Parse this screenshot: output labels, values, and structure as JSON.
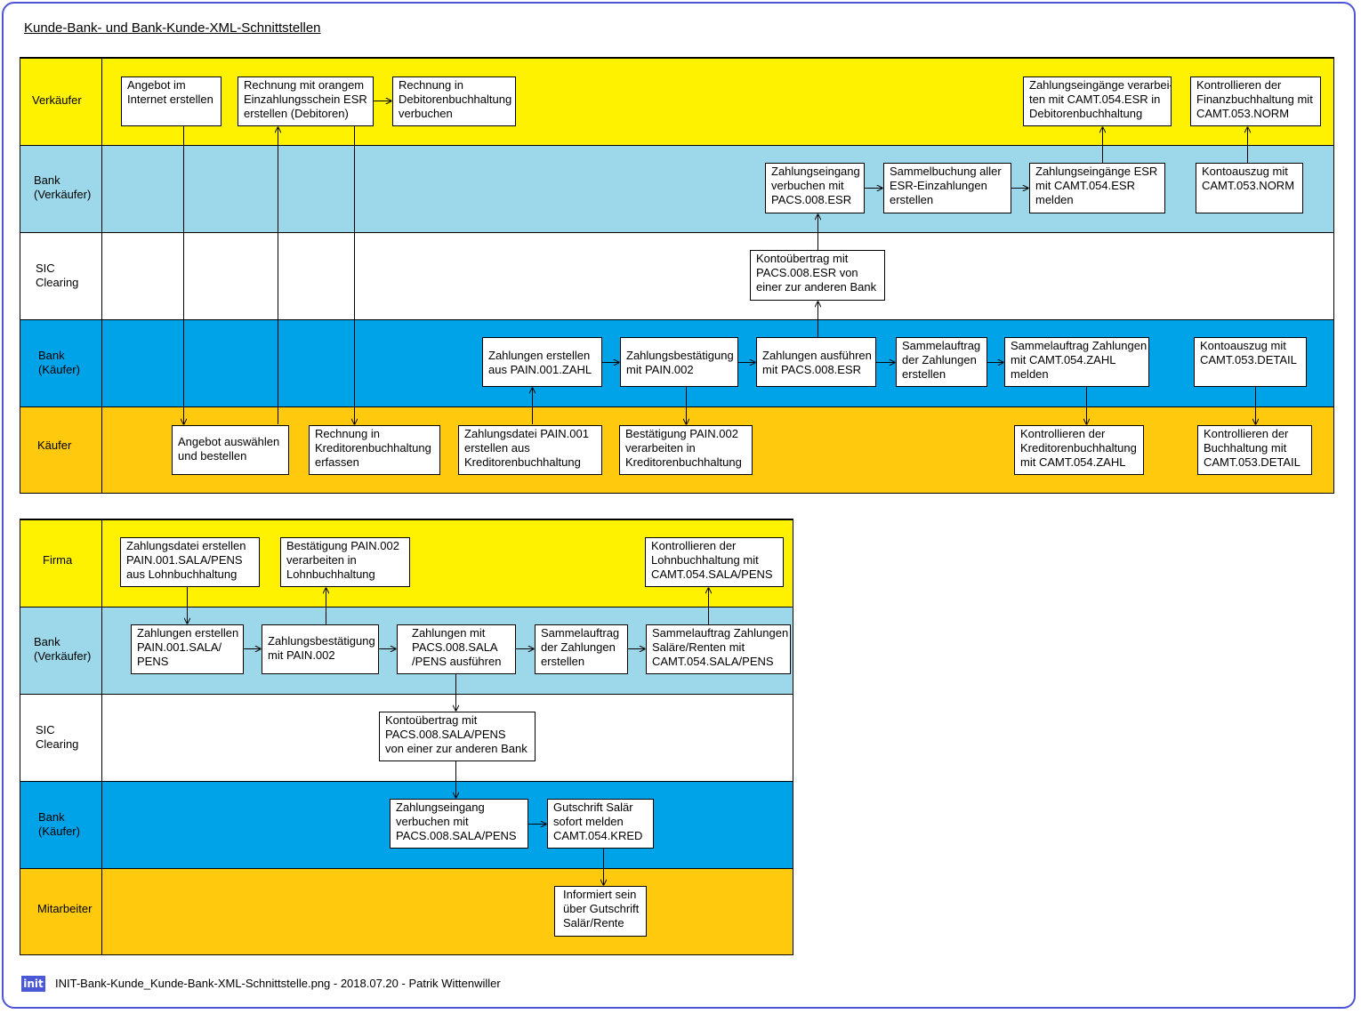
{
  "title": "Kunde-Bank- und Bank-Kunde-XML-Schnittstellen",
  "colors": {
    "frame": "#4d55d6",
    "lane_yellow": "#fff200",
    "lane_light_blue": "#9cd8ea",
    "lane_white": "#ffffff",
    "lane_blue": "#00a2e8",
    "lane_orange": "#ffc90e"
  },
  "diagram1": {
    "lanes": [
      {
        "label": "Verkäufer"
      },
      {
        "label": "Bank\n(Verkäufer)"
      },
      {
        "label": "SIC\nClearing"
      },
      {
        "label": "Bank\n(Käufer)"
      },
      {
        "label": "Käufer"
      }
    ],
    "boxes": [
      {
        "text": "Angebot im\nInternet erstellen"
      },
      {
        "text": "Rechnung mit orangem\nEinzahlungsschein ESR\nerstellen (Debitoren)"
      },
      {
        "text": "Rechnung in\nDebitorenbuchhaltung\nverbuchen"
      },
      {
        "text": "Zahlungseingänge verarbei-\nten mit CAMT.054.ESR in\nDebitorenbuchhaltung"
      },
      {
        "text": "Kontrollieren der\nFinanzbuchhaltung mit\nCAMT.053.NORM"
      },
      {
        "text": "Zahlungseingang\nverbuchen mit\nPACS.008.ESR"
      },
      {
        "text": "Sammelbuchung aller\nESR-Einzahlungen\nerstellen"
      },
      {
        "text": "Zahlungseingänge ESR\nmit CAMT.054.ESR\nmelden"
      },
      {
        "text": "Kontoauszug mit\nCAMT.053.NORM"
      },
      {
        "text": "Kontoübertrag mit\nPACS.008.ESR von\neiner zur anderen Bank"
      },
      {
        "text": "Zahlungen erstellen\naus PAIN.001.ZAHL"
      },
      {
        "text": "Zahlungsbestätigung\nmit PAIN.002"
      },
      {
        "text": "Zahlungen ausführen\nmit PACS.008.ESR"
      },
      {
        "text": "Sammelauftrag\nder Zahlungen\nerstellen"
      },
      {
        "text": "Sammelauftrag Zahlungen\nmit CAMT.054.ZAHL\nmelden"
      },
      {
        "text": "Kontoauszug mit\nCAMT.053.DETAIL"
      },
      {
        "text": "Angebot auswählen\nund bestellen"
      },
      {
        "text": "Rechnung in\nKreditorenbuchhaltung\nerfassen"
      },
      {
        "text": "Zahlungsdatei PAIN.001\nerstellen aus\nKreditorenbuchhaltung"
      },
      {
        "text": "Bestätigung PAIN.002\nverarbeiten in\nKreditorenbuchhaltung"
      },
      {
        "text": "Kontrollieren der\nKreditorenbuchhaltung\nmit CAMT.054.ZAHL"
      },
      {
        "text": "Kontrollieren der\nBuchhaltung mit\nCAMT.053.DETAIL"
      }
    ]
  },
  "diagram2": {
    "lanes": [
      {
        "label": "Firma"
      },
      {
        "label": "Bank\n(Verkäufer)"
      },
      {
        "label": "SIC\nClearing"
      },
      {
        "label": "Bank\n(Käufer)"
      },
      {
        "label": "Mitarbeiter"
      }
    ],
    "boxes": [
      {
        "text": "Zahlungsdatei erstellen\nPAIN.001.SALA/PENS\naus Lohnbuchhaltung"
      },
      {
        "text": "Bestätigung PAIN.002\nverarbeiten in\nLohnbuchhaltung"
      },
      {
        "text": "Kontrollieren der\nLohnbuchhaltung mit\nCAMT.054.SALA/PENS"
      },
      {
        "text": "Zahlungen erstellen\nPAIN.001.SALA/\nPENS"
      },
      {
        "text": "Zahlungsbestätigung\nmit PAIN.002"
      },
      {
        "text": "Zahlungen mit\nPACS.008.SALA\n/PENS ausführen"
      },
      {
        "text": "Sammelauftrag\nder Zahlungen\nerstellen"
      },
      {
        "text": "Sammelauftrag Zahlungen\nSaläre/Renten mit\nCAMT.054.SALA/PENS"
      },
      {
        "text": "Kontoübertrag mit\nPACS.008.SALA/PENS\nvon einer zur anderen Bank"
      },
      {
        "text": "Zahlungseingang\nverbuchen mit\nPACS.008.SALA/PENS"
      },
      {
        "text": "Gutschrift Salär\nsofort melden\nCAMT.054.KRED"
      },
      {
        "text": "Informiert sein\nüber Gutschrift\nSalär/Rente"
      }
    ]
  },
  "footer": {
    "logo": "init",
    "text": "INIT-Bank-Kunde_Kunde-Bank-XML-Schnittstelle.png - 2018.07.20 - Patrik Wittenwiller"
  }
}
